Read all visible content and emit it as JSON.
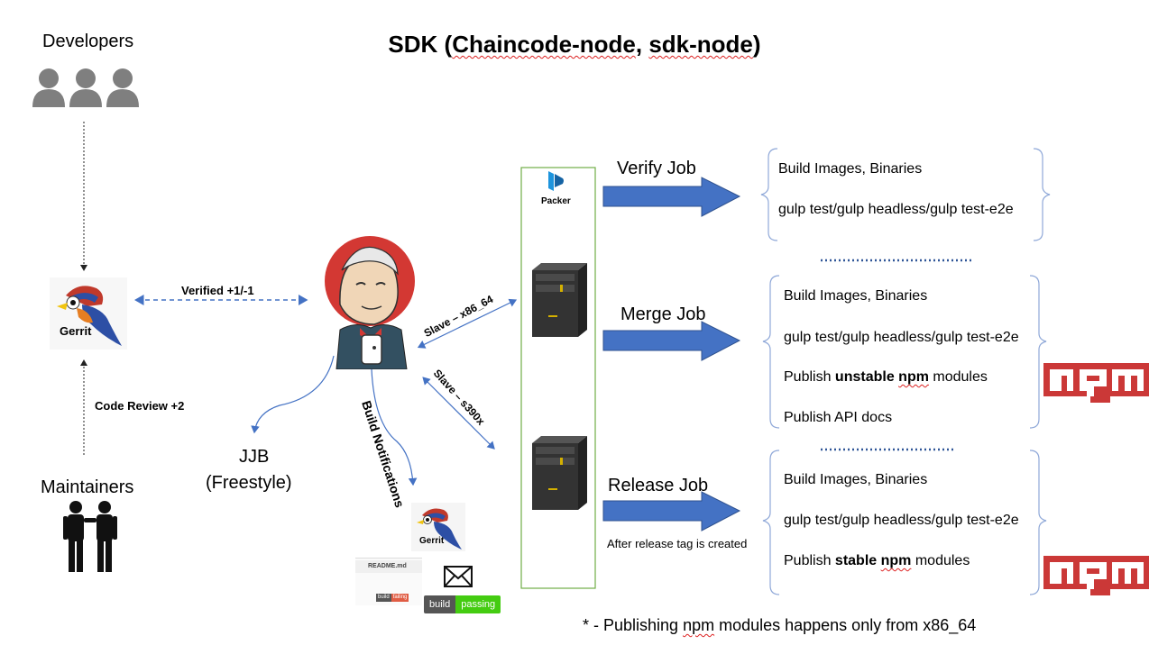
{
  "title_parts": [
    "SDK (",
    "Chaincode-node",
    ", ",
    "sdk-node",
    ")"
  ],
  "developers_label": "Developers",
  "maintainers_label": "Maintainers",
  "gerrit_label": "Gerrit",
  "verified_label": "Verified  +1/-1",
  "code_review_label": "Code Review +2",
  "jjb_line1": "JJB",
  "jjb_line2": "(Freestyle)",
  "build_notifications_label": "Build Notifications",
  "slave_x86_label": "Slave – x86_64",
  "slave_s390x_label": "Slave – s390x",
  "packer_label": "Packer",
  "readme_label": "README.md",
  "badge_failing": {
    "left": "build",
    "right": "failing",
    "color": "#e05d44"
  },
  "badge_passing": {
    "left": "build",
    "right": "passing",
    "color": "#4c1"
  },
  "jobs": {
    "verify": {
      "title": "Verify Job",
      "items": [
        "Build Images, Binaries",
        "gulp test/gulp headless/gulp test-e2e"
      ]
    },
    "merge": {
      "title": "Merge Job",
      "items": [
        "Build Images, Binaries",
        "gulp test/gulp headless/gulp test-e2e"
      ],
      "item3": {
        "prefix": "Publish ",
        "bold1": "unstable",
        "space": " ",
        "bold2": "npm",
        "suffix": " modules"
      },
      "item4": "Publish API docs"
    },
    "release": {
      "title": "Release Job",
      "note": "After release tag is created",
      "items": [
        "Build Images, Binaries",
        "gulp test/gulp headless/gulp test-e2e"
      ],
      "item3": {
        "prefix": "Publish ",
        "bold1": "stable",
        "space": " ",
        "bold2": "npm",
        "suffix": " modules"
      }
    }
  },
  "npm_logo_text": "npm",
  "footnote": {
    "prefix": "* - Publishing ",
    "npm": "npm",
    "suffix": " modules happens only from x86_64"
  },
  "colors": {
    "arrow_blue": "#4472c4",
    "npm_red": "#cb3837",
    "jenkins_red": "#d33833",
    "box_green": "#70ad47",
    "brace_blue": "#8fa8d8",
    "dotted_blue": "#2f5597"
  },
  "icons": [
    "person-icon",
    "gerrit-bird-icon",
    "jenkins-butler-icon",
    "server-icon",
    "packer-icon",
    "envelope-icon",
    "npm-logo"
  ]
}
